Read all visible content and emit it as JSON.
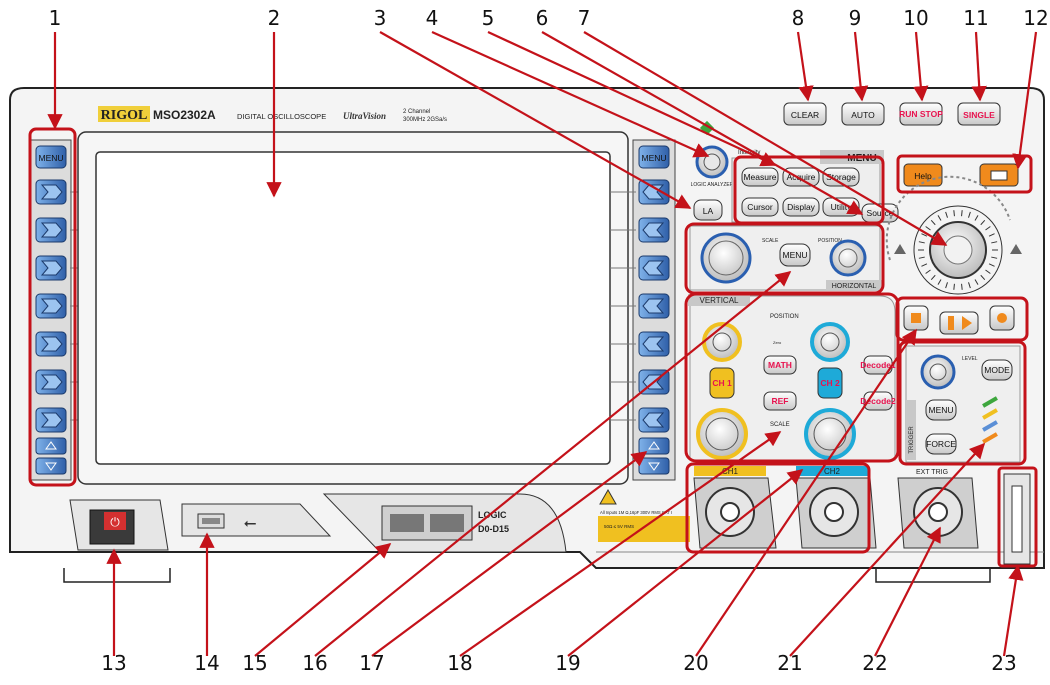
{
  "callouts": [
    "1",
    "2",
    "3",
    "4",
    "5",
    "6",
    "7",
    "8",
    "9",
    "10",
    "11",
    "12",
    "13",
    "14",
    "15",
    "16",
    "17",
    "18",
    "19",
    "20",
    "21",
    "22",
    "23"
  ],
  "brand": {
    "logo": "RIGOL",
    "model": "MSO2302A",
    "product": "DIGITAL OSCILLOSCOPE",
    "series": "UltraVision",
    "channels": "2 Channel",
    "specs": "300MHz 2GSa/s"
  },
  "top_buttons": {
    "clear": "CLEAR",
    "auto": "AUTO",
    "run_stop": "RUN STOP",
    "single": "SINGLE"
  },
  "side_buttons": {
    "menu": "MENU",
    "la": "LA"
  },
  "logic_analyzer_label": "LOGIC ANALYZER",
  "intensity_label": "Intensity",
  "menu_panel": {
    "title": "MENU",
    "buttons": [
      "Measure",
      "Acquire",
      "Storage",
      "Cursor",
      "Display",
      "Utility",
      "Source"
    ]
  },
  "help_button": "Help",
  "horizontal": {
    "scale": "SCALE",
    "position": "POSITION",
    "menu": "MENU",
    "title": "HORIZONTAL"
  },
  "vertical": {
    "title": "VERTICAL",
    "position": "POSITION",
    "scale": "SCALE",
    "ch1": "CH 1",
    "ch2": "CH 2",
    "math": "MATH",
    "ref": "REF",
    "decode1": "Decode1",
    "decode2": "Decode2",
    "zero": "Zero"
  },
  "trigger": {
    "title": "TRIGGER",
    "level": "LEVEL",
    "mode": "MODE",
    "menu": "MENU",
    "force": "FORCE"
  },
  "inputs": {
    "ch1": "CH1",
    "ch2": "CH2",
    "ext_trig": "EXT TRIG"
  },
  "warning": {
    "line1": "All Inputs 1M Ω,16pF 300V RMS  CAT I",
    "line2": "50Ω ≤ 5V RMS"
  },
  "logic_port": {
    "label": "LOGIC",
    "range": "D0-D15"
  },
  "colors": {
    "callout_red": "#c4121a",
    "highlight_red": "#e8134f",
    "ch1": "#f0c020",
    "ch2": "#1eaad8",
    "menu_blue": "#5a8fd6"
  }
}
